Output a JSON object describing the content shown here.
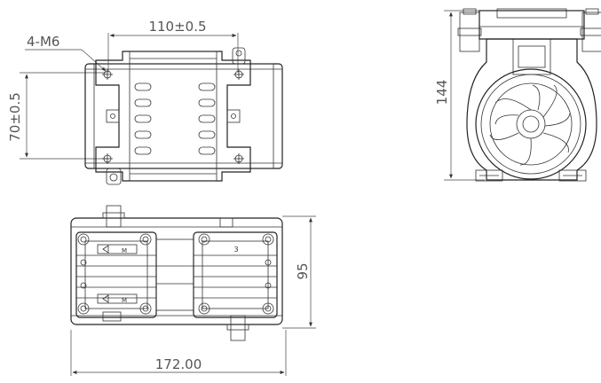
{
  "drawing": {
    "top_view": {
      "bolt_callout": "4-M6",
      "horizontal_mount_dim": "110±0.5",
      "vertical_mount_dim": "70±0.5"
    },
    "side_view": {
      "height_dim": "144"
    },
    "bottom_view": {
      "width_dim": "172.00",
      "height_dim": "95",
      "head_label_1": "M",
      "head_label_2": "3",
      "head_label_3": "M"
    }
  }
}
